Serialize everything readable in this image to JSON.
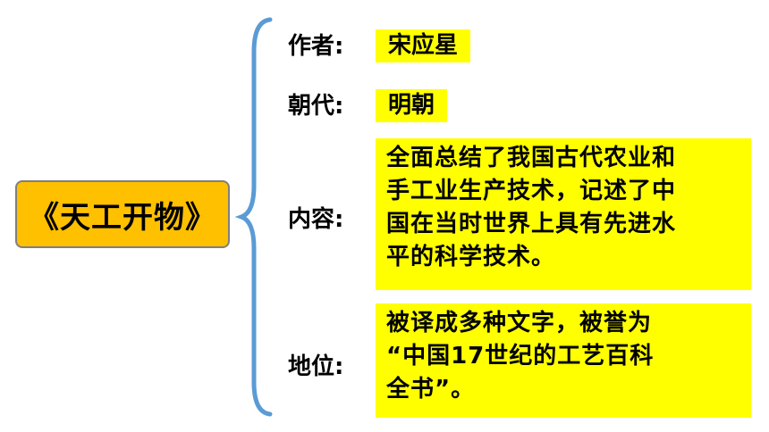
{
  "title": "《天工开物》",
  "brace_color": "#5B9BD5",
  "title_box_color": "#FFC000",
  "highlight_color": "#FFFF00",
  "rows": {
    "author": {
      "label": "作者:",
      "value": "宋应星"
    },
    "dynasty": {
      "label": "朝代:",
      "value": "明朝"
    },
    "content": {
      "label": "内容:",
      "value": "全面总结了我国古代农业和\n手工业生产技术，记述了中\n国在当时世界上具有先进水\n平的科学技术。"
    },
    "status": {
      "label": "地位:",
      "value": "被译成多种文字，被誉为\n“中国17世纪的工艺百科\n全书”。"
    }
  }
}
